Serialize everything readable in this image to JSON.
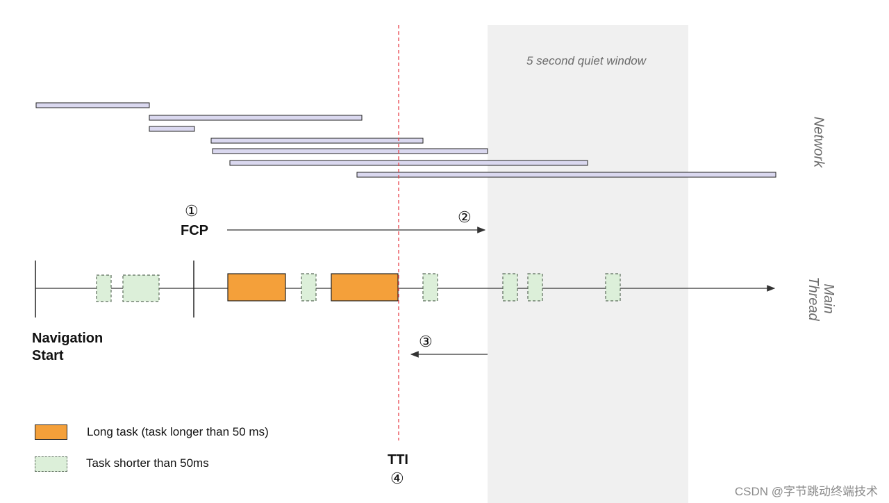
{
  "diagram": {
    "quiet_window_label": "5 second quiet window",
    "network_label": "Network",
    "main_thread_label": "Main Thread",
    "fcp_number": "①",
    "fcp_label": "FCP",
    "step2_number": "②",
    "step3_number": "③",
    "tti_label": "TTI",
    "tti_number": "④",
    "nav_start_line1": "Navigation",
    "nav_start_line2": "Start"
  },
  "legend": {
    "long_task": "Long task (task longer than 50 ms)",
    "short_task": "Task shorter than 50ms"
  },
  "colors": {
    "long_task_fill": "#f4a03a",
    "short_task_fill": "#dcefd9",
    "short_task_border": "#5a6b5a",
    "network_bar_fill": "#dad8ef",
    "quiet_window": "#f0f0f0",
    "tti_line": "#e8434b"
  },
  "watermark": "CSDN @字节跳动终端技术"
}
